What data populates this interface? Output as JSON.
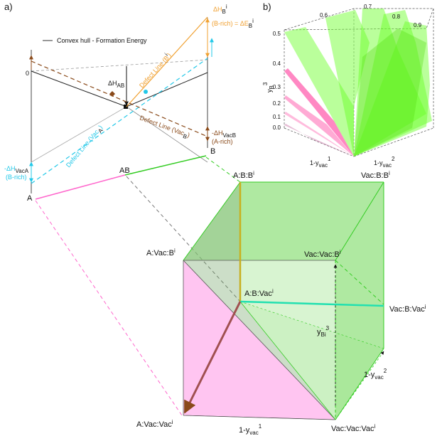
{
  "panel_a": {
    "label": "a)",
    "legend": "Convex hull - Formation Energy",
    "zero_tick": "0",
    "delta_h_ab": "ΔH",
    "delta_h_ab_sub": "AB",
    "defect_line_b": "Defect Line (B",
    "defect_line_b_sup": "i",
    "defect_line_b_end": ")",
    "defect_line_vac_a": "Defect Line (Vac",
    "defect_line_vac_a_sub": "A",
    "defect_line_vac_a_end": ")",
    "defect_line_vac_b": "Defect Line (Vac",
    "defect_line_vac_b_sub": "B",
    "defect_line_vac_b_end": ")",
    "dh_bi": "ΔH",
    "dh_bi_sub": "B",
    "dh_bi_sup": "i",
    "dh_bi_rich": "(B-rich) = ΔE",
    "dh_bi_rich_sub": "B",
    "dh_bi_rich_sup": "i",
    "dh_vacb": "-ΔH",
    "dh_vacb_sub": "VacB",
    "dh_vacb_rich": "(A-rich)",
    "dh_vaca": "-ΔH",
    "dh_vaca_sub": "VacA",
    "dh_vaca_rich": "(B-rich)",
    "endpoint_a": "A",
    "endpoint_ab": "AB",
    "endpoint_b": "B"
  },
  "cube": {
    "v_ab_bi": "A:B:B",
    "v_vacb_bi": "Vac:B:B",
    "v_avac_bi": "A:Vac:B",
    "v_vacvac_bi": "Vac:Vac:B",
    "v_ab_vac": "A:B:Vac",
    "v_vacb_vac": "Vac:B:Vac",
    "v_avac_vac": "A:Vac:Vac",
    "v_vacvac_vac": "Vac:Vac:Vac",
    "sup_i": "i",
    "axis_y": "y",
    "axis_y_sub": "Bi",
    "axis_y_sup": "3",
    "axis_x1": "1-y",
    "axis_x1_sub": "vac",
    "axis_x1_sup": "1",
    "axis_x2": "1-y",
    "axis_x2_sub": "vac",
    "axis_x2_sup": "2"
  },
  "panel_b": {
    "label": "b)",
    "ticks_left": [
      "0.5",
      "0.4",
      "0.3",
      "0.2",
      "0.1",
      "0.0"
    ],
    "ticks_top": [
      "0.6",
      "0.7",
      "0.8",
      "0.9"
    ],
    "ylabel": "y",
    "ylabel_sub": "B",
    "ylabel_sup": "3",
    "xlabel1": "1-y",
    "xlabel1_sub": "vac",
    "xlabel1_sup": "1",
    "xlabel2": "1-y",
    "xlabel2_sub": "vac",
    "xlabel2_sup": "2"
  },
  "colors": {
    "green_face": "#8ee07a",
    "pink_face": "#ff9ee8",
    "green_line": "#33cc22",
    "pink_line": "#ff66cc",
    "orange": "#f0a030",
    "cyan": "#22c8e8",
    "brown": "#8a4a1a",
    "olive": "#c8b020",
    "teal": "#22e0b0",
    "bright_green": "#66ff22",
    "hot_pink": "#ff55aa"
  }
}
